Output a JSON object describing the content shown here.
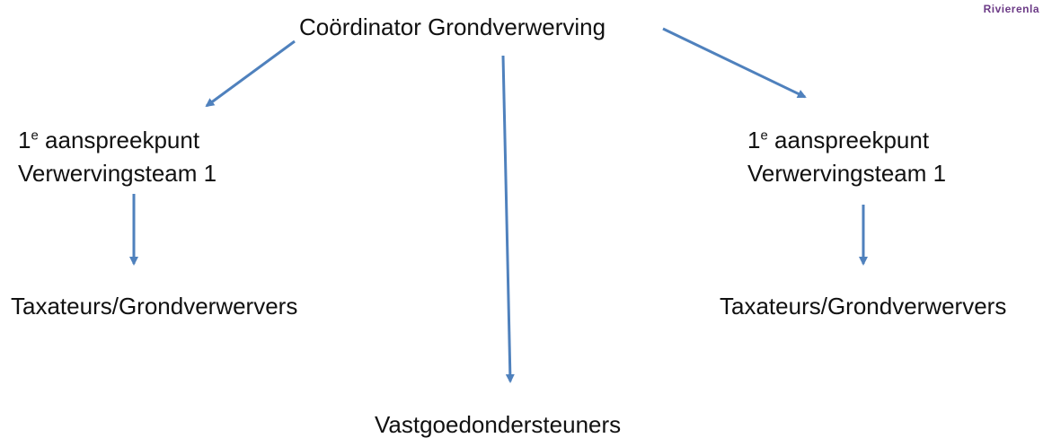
{
  "brand": "Rivierenla",
  "nodes": {
    "coordinator": "Coördinator Grondverwerving",
    "left_contact": {
      "num": "1",
      "sup": "e",
      "rest": " aanspreekpunt",
      "team": "Verwervingsteam 1"
    },
    "right_contact": {
      "num": "1",
      "sup": "e",
      "rest": " aanspreekpunt",
      "team": "Verwervingsteam 1"
    },
    "left_appraisers": "Taxateurs/Grondverwervers",
    "right_appraisers": "Taxateurs/Grondverwervers",
    "support": "Vastgoedondersteuners"
  },
  "colors": {
    "arrow": "#4f81bd",
    "brand": "#6b3a86"
  }
}
